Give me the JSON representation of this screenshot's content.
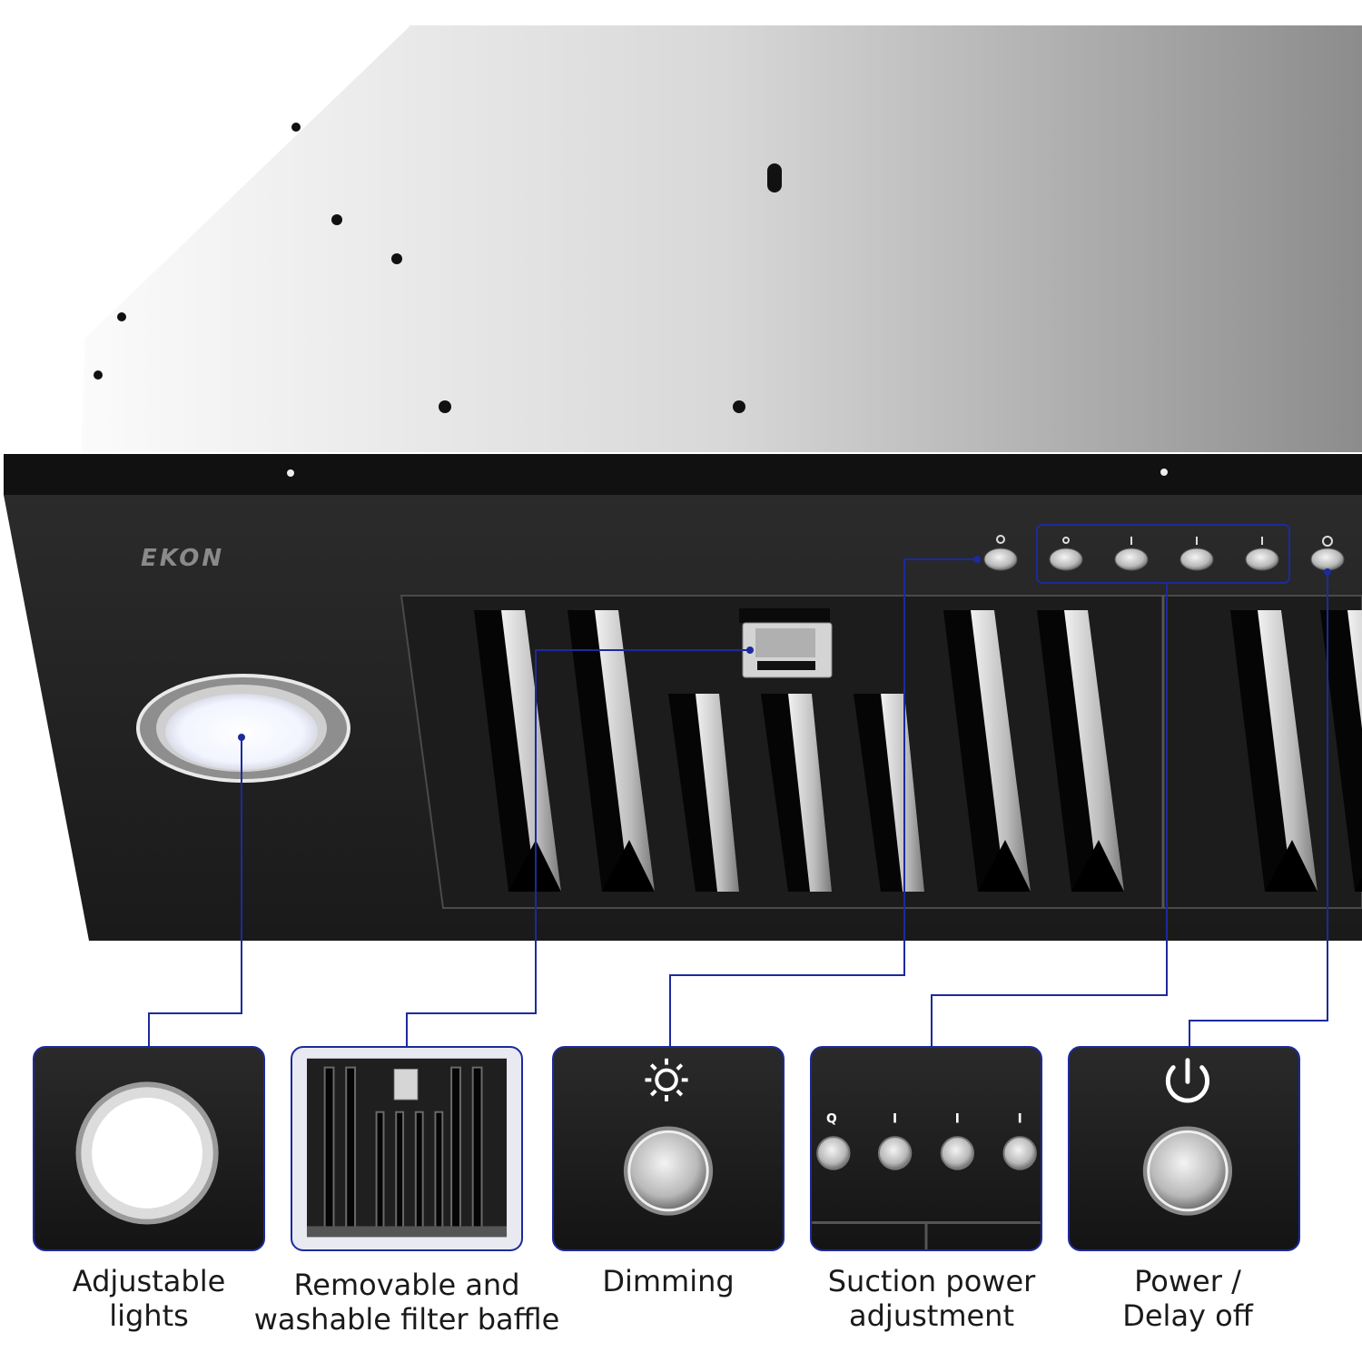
{
  "brand": {
    "name": "EKON"
  },
  "control_icons": [
    "sun-icon",
    "fan-speed-q-icon",
    "fan-speed-1-icon",
    "fan-speed-2-icon",
    "fan-speed-3-icon",
    "power-icon"
  ],
  "features": [
    {
      "label": "Adjustable\nlights",
      "icon": "ring-light-icon"
    },
    {
      "label": "Removable and\nwashable filter baffle",
      "icon": "baffle-filter-icon"
    },
    {
      "label": "Dimming",
      "icon": "sun-icon"
    },
    {
      "label": "Suction power\nadjustment",
      "icon": "fan-buttons-icon",
      "button_marks": [
        "Q",
        "I",
        "I",
        "I"
      ]
    },
    {
      "label": "Power /\nDelay off",
      "icon": "power-icon"
    }
  ],
  "colors": {
    "accent_line": "#1d2a9c",
    "hood_body": "#1e1e1e",
    "steel": "#cfcfcf"
  }
}
